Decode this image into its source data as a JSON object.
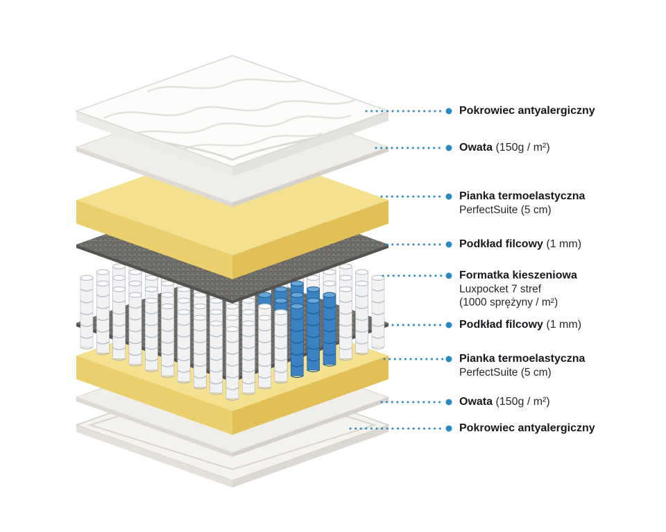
{
  "colors": {
    "accent": "#2a8ac6",
    "text_primary": "#17181c",
    "text_secondary": "#26272c",
    "foam_top": "#f3e18f",
    "foam_left": "#eccf6d",
    "foam_right": "#e1c157",
    "felt": "#73716c",
    "felt_side": "#55534f",
    "cover_top": "#fcfcfb",
    "spring_body": "#f1f2f4",
    "spring_rib": "#b4b7bd",
    "spring_top": "#fafbfc",
    "spring_blue_body": "#3b82c4",
    "spring_blue_rib": "#1d5c94",
    "spring_blue_top": "#6aa6d8"
  },
  "labels": [
    {
      "bold": "Pokrowiec antyalergiczny"
    },
    {
      "bold": "Owata",
      "rest": " (150g / m²)"
    },
    {
      "bold": "Pianka termoelastyczna",
      "line2": "PerfectSuite (5 cm)"
    },
    {
      "bold": "Podkład filcowy",
      "rest": " (1 mm)"
    },
    {
      "bold": "Formatka kieszeniowa",
      "line2": "Luxpocket 7 stref",
      "line3": "(1000 sprężyny / m²)"
    },
    {
      "bold": "Podkład filcowy",
      "rest": " (1 mm)"
    },
    {
      "bold": "Pianka termoelastyczna",
      "line2": "PerfectSuite (5 cm)"
    },
    {
      "bold": "Owata",
      "rest": " (150g / m²)"
    },
    {
      "bold": "Pokrowiec antyalergiczny"
    }
  ]
}
